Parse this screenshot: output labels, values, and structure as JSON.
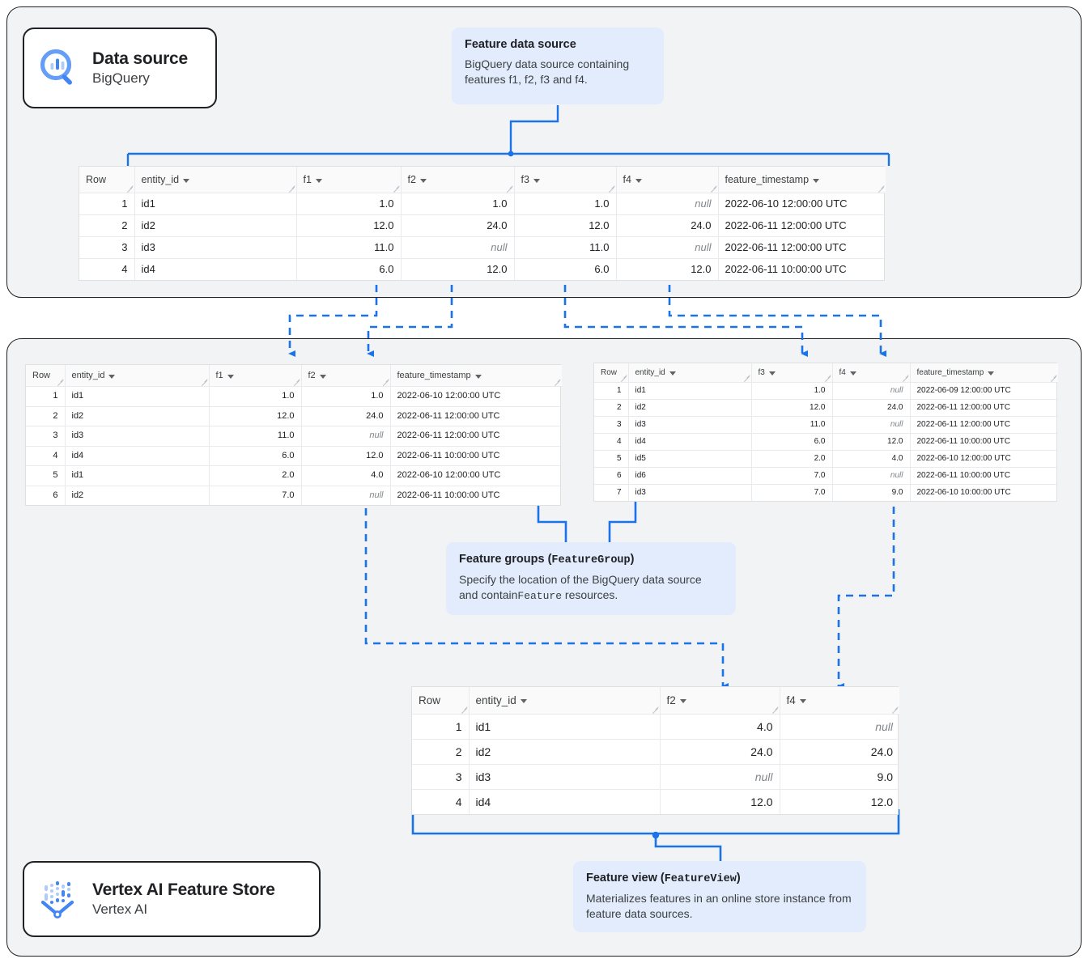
{
  "panels": {
    "datasource_label": "Data source panel",
    "featurestore_label": "Vertex AI Feature Store panel"
  },
  "chips": [
    {
      "id": "data-source",
      "title": "Data source",
      "subtitle": "BigQuery",
      "icon": "bigquery-search-icon"
    },
    {
      "id": "vertex-ai-feature-store",
      "title": "Vertex AI Feature Store",
      "subtitle": "Vertex AI",
      "icon": "vertex-ai-icon"
    }
  ],
  "callouts": {
    "feature_data_source": {
      "title": "Feature data source",
      "body": "BigQuery data source containing features f1, f2, f3 and f4."
    },
    "feature_groups": {
      "title_plain": "Feature groups (",
      "title_mono": "FeatureGroup",
      "title_close": ")",
      "body_pre": "Specify the location of the BigQuery data source and contain",
      "body_mono": "Feature",
      "body_post": " resources."
    },
    "feature_view": {
      "title_plain": "Feature view (",
      "title_mono": "FeatureView",
      "title_close": ")",
      "body": "Materializes features in an online store instance from feature data sources."
    }
  },
  "colors": {
    "accent_blue": "#1a73e8",
    "callout_bg": "#e3ecfd",
    "panel_bg": "#f1f3f4",
    "outline": "#202124",
    "null_text": "#80868b"
  },
  "tables": {
    "source": {
      "name": "feature-data-source-table",
      "columns": [
        "Row",
        "entity_id",
        "f1",
        "f2",
        "f3",
        "f4",
        "feature_timestamp"
      ],
      "rows": [
        [
          "1",
          "id1",
          "1.0",
          "1.0",
          "1.0",
          "null",
          "2022-06-10 12:00:00 UTC"
        ],
        [
          "2",
          "id2",
          "12.0",
          "24.0",
          "12.0",
          "24.0",
          "2022-06-11 12:00:00 UTC"
        ],
        [
          "3",
          "id3",
          "11.0",
          "null",
          "11.0",
          "null",
          "2022-06-11 12:00:00 UTC"
        ],
        [
          "4",
          "id4",
          "6.0",
          "12.0",
          "6.0",
          "12.0",
          "2022-06-11 10:00:00 UTC"
        ]
      ]
    },
    "group_left": {
      "name": "feature-group-1-table",
      "columns": [
        "Row",
        "entity_id",
        "f1",
        "f2",
        "feature_timestamp"
      ],
      "rows": [
        [
          "1",
          "id1",
          "1.0",
          "1.0",
          "2022-06-10 12:00:00 UTC"
        ],
        [
          "2",
          "id2",
          "12.0",
          "24.0",
          "2022-06-11 12:00:00 UTC"
        ],
        [
          "3",
          "id3",
          "11.0",
          "null",
          "2022-06-11 12:00:00 UTC"
        ],
        [
          "4",
          "id4",
          "6.0",
          "12.0",
          "2022-06-11 10:00:00 UTC"
        ],
        [
          "5",
          "id1",
          "2.0",
          "4.0",
          "2022-06-10 12:00:00 UTC"
        ],
        [
          "6",
          "id2",
          "7.0",
          "null",
          "2022-06-11 10:00:00 UTC"
        ]
      ]
    },
    "group_right": {
      "name": "feature-group-2-table",
      "columns": [
        "Row",
        "entity_id",
        "f3",
        "f4",
        "feature_timestamp"
      ],
      "rows": [
        [
          "1",
          "id1",
          "1.0",
          "null",
          "2022-06-09 12:00:00 UTC"
        ],
        [
          "2",
          "id2",
          "12.0",
          "24.0",
          "2022-06-11 12:00:00 UTC"
        ],
        [
          "3",
          "id3",
          "11.0",
          "null",
          "2022-06-11 12:00:00 UTC"
        ],
        [
          "4",
          "id4",
          "6.0",
          "12.0",
          "2022-06-11 10:00:00 UTC"
        ],
        [
          "5",
          "id5",
          "2.0",
          "4.0",
          "2022-06-10 12:00:00 UTC"
        ],
        [
          "6",
          "id6",
          "7.0",
          "null",
          "2022-06-11 10:00:00 UTC"
        ],
        [
          "7",
          "id3",
          "7.0",
          "9.0",
          "2022-06-10 10:00:00 UTC"
        ]
      ]
    },
    "view": {
      "name": "feature-view-table",
      "columns": [
        "Row",
        "entity_id",
        "f2",
        "f4"
      ],
      "rows": [
        [
          "1",
          "id1",
          "4.0",
          "null"
        ],
        [
          "2",
          "id2",
          "24.0",
          "24.0"
        ],
        [
          "3",
          "id3",
          "null",
          "9.0"
        ],
        [
          "4",
          "id4",
          "12.0",
          "12.0"
        ]
      ]
    }
  }
}
